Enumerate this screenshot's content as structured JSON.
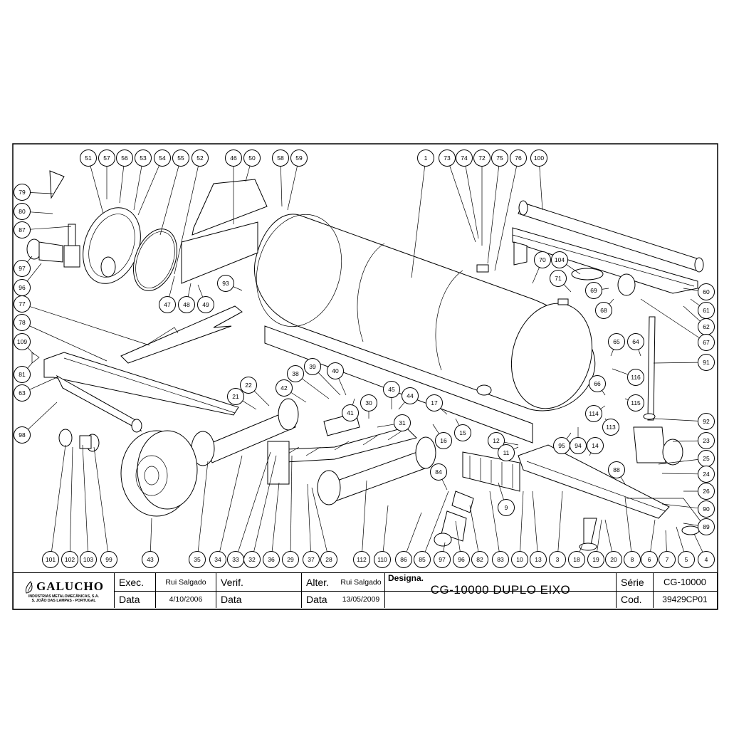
{
  "drawing": {
    "callouts": [
      {
        "n": "1"
      },
      {
        "n": "73"
      },
      {
        "n": "74"
      },
      {
        "n": "72"
      },
      {
        "n": "75"
      },
      {
        "n": "76"
      },
      {
        "n": "100"
      },
      {
        "n": "51"
      },
      {
        "n": "57"
      },
      {
        "n": "56"
      },
      {
        "n": "53"
      },
      {
        "n": "54"
      },
      {
        "n": "55"
      },
      {
        "n": "52"
      },
      {
        "n": "46"
      },
      {
        "n": "50"
      },
      {
        "n": "58"
      },
      {
        "n": "59"
      },
      {
        "n": "79"
      },
      {
        "n": "80"
      },
      {
        "n": "87"
      },
      {
        "n": "97"
      },
      {
        "n": "96"
      },
      {
        "n": "47"
      },
      {
        "n": "48"
      },
      {
        "n": "49"
      },
      {
        "n": "93"
      },
      {
        "n": "70"
      },
      {
        "n": "104"
      },
      {
        "n": "71"
      },
      {
        "n": "69"
      },
      {
        "n": "68"
      },
      {
        "n": "60"
      },
      {
        "n": "61"
      },
      {
        "n": "62"
      },
      {
        "n": "67"
      },
      {
        "n": "77"
      },
      {
        "n": "78"
      },
      {
        "n": "109"
      },
      {
        "n": "81"
      },
      {
        "n": "63"
      },
      {
        "n": "98"
      },
      {
        "n": "65"
      },
      {
        "n": "64"
      },
      {
        "n": "91"
      },
      {
        "n": "116"
      },
      {
        "n": "66"
      },
      {
        "n": "115"
      },
      {
        "n": "114"
      },
      {
        "n": "113"
      },
      {
        "n": "92"
      },
      {
        "n": "23"
      },
      {
        "n": "25"
      },
      {
        "n": "24"
      },
      {
        "n": "26"
      },
      {
        "n": "90"
      },
      {
        "n": "89"
      },
      {
        "n": "38"
      },
      {
        "n": "39"
      },
      {
        "n": "40"
      },
      {
        "n": "42"
      },
      {
        "n": "22"
      },
      {
        "n": "21"
      },
      {
        "n": "41"
      },
      {
        "n": "30"
      },
      {
        "n": "45"
      },
      {
        "n": "44"
      },
      {
        "n": "31"
      },
      {
        "n": "17"
      },
      {
        "n": "15"
      },
      {
        "n": "16"
      },
      {
        "n": "12"
      },
      {
        "n": "11"
      },
      {
        "n": "95"
      },
      {
        "n": "94"
      },
      {
        "n": "14"
      },
      {
        "n": "88"
      },
      {
        "n": "84"
      },
      {
        "n": "9"
      },
      {
        "n": "101"
      },
      {
        "n": "102"
      },
      {
        "n": "103"
      },
      {
        "n": "99"
      },
      {
        "n": "43"
      },
      {
        "n": "35"
      },
      {
        "n": "34"
      },
      {
        "n": "33"
      },
      {
        "n": "32"
      },
      {
        "n": "36"
      },
      {
        "n": "29"
      },
      {
        "n": "37"
      },
      {
        "n": "28"
      },
      {
        "n": "112"
      },
      {
        "n": "110"
      },
      {
        "n": "86"
      },
      {
        "n": "85"
      },
      {
        "n": "97"
      },
      {
        "n": "96"
      },
      {
        "n": "82"
      },
      {
        "n": "83"
      },
      {
        "n": "10"
      },
      {
        "n": "13"
      },
      {
        "n": "3"
      },
      {
        "n": "18"
      },
      {
        "n": "19"
      },
      {
        "n": "20"
      },
      {
        "n": "8"
      },
      {
        "n": "6"
      },
      {
        "n": "7"
      },
      {
        "n": "5"
      },
      {
        "n": "4"
      }
    ]
  },
  "title_block": {
    "company_name": "GALUCHO",
    "company_line1": "INDÚSTRIAS METALOMECÂNICAS, S.A.",
    "company_line2": "S. JOÃO DAS LAMPAS - PORTUGAL",
    "exec_label": "Exec.",
    "exec_value": "Rui Salgado",
    "exec_date_label": "Data",
    "exec_date": "4/10/2006",
    "verif_label": "Verif.",
    "verif_date_label": "Data",
    "alter_label": "Alter.",
    "alter_value": "Rui Salgado",
    "alter_date_label": "Data",
    "alter_date": "13/05/2009",
    "designation_label": "Designa.",
    "designation_value": "CG-10000 DUPLO EIXO",
    "serie_label": "Série",
    "serie_value": "CG-10000",
    "cod_label": "Cod.",
    "cod_value": "39429CP01"
  }
}
